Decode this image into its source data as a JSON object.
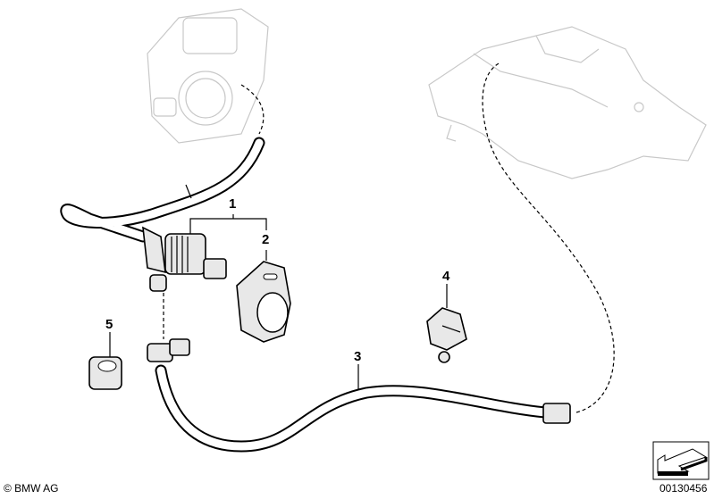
{
  "callouts": [
    "1",
    "2",
    "3",
    "4",
    "5"
  ],
  "copyright": "© BMW AG",
  "diagram_number": "00130456",
  "icons": [
    "orientation-arrow-icon"
  ]
}
